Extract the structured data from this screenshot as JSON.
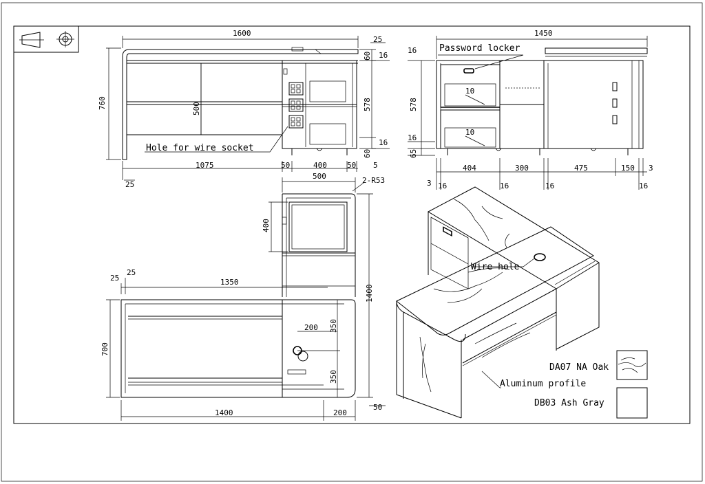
{
  "front_view": {
    "width_total": "1600",
    "top_thk": "25",
    "height_total": "760",
    "inner_height": "500",
    "cab_height": "578",
    "h60_top": "60",
    "h16_top": "16",
    "h16_bot": "16",
    "h60_bot": "60",
    "h5": "5",
    "left_span": "1075",
    "leg_25": "25",
    "cab_side_l": "50",
    "cab_width": "400",
    "cab_side_r": "50"
  },
  "side_view": {
    "width_total": "1450",
    "t16_top": "16",
    "h578": "578",
    "t16_mid": "16",
    "h65": "65",
    "drawer_10_a": "10",
    "drawer_10_b": "10",
    "w404": "404",
    "w300": "300",
    "w475": "475",
    "w150": "150",
    "w3_r": "3",
    "w3_l": "3",
    "b16_a": "16",
    "b16_b": "16",
    "b16_c": "16",
    "b16_d": "16"
  },
  "plan_view": {
    "cab_width": "500",
    "radius": "2-R53",
    "door_400": "400",
    "depth_1400": "1400",
    "top_25_a": "25",
    "top_25_b": "25",
    "width_1350": "1350",
    "depth_700": "700",
    "hole_200": "200",
    "hole_350_a": "350",
    "hole_350_b": "350",
    "width_1400": "1400",
    "ret_200": "200",
    "ret_50": "50"
  },
  "labels": {
    "password_locker": "Password locker",
    "wire_socket": "Hole for wire socket",
    "wire_hole": "Wire hole",
    "aluminum": "Aluminum profile",
    "oak": "DA07 NA Oak",
    "ash": "DB03 Ash Gray"
  }
}
